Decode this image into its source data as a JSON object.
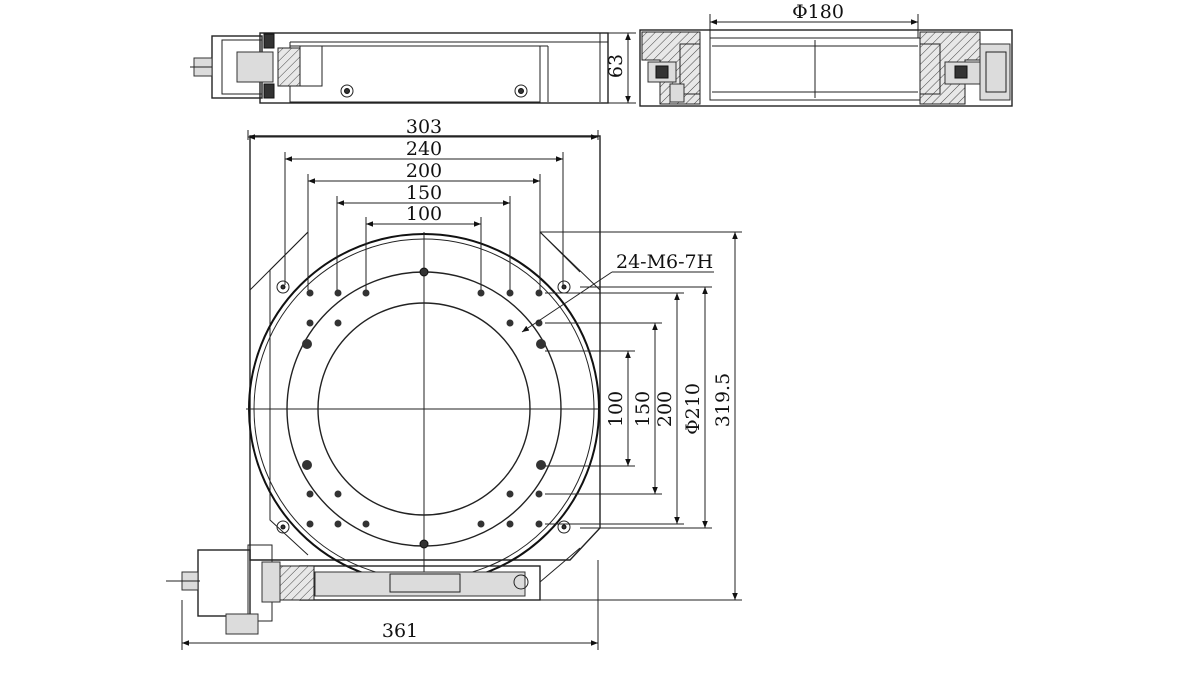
{
  "drawing": {
    "top_view_height": "63",
    "section_diameter": "Φ180",
    "horizontal_dims": [
      "303",
      "240",
      "200",
      "150",
      "100"
    ],
    "vertical_dims": [
      "100",
      "150",
      "200",
      "Φ210",
      "319.5"
    ],
    "hole_callout": "24-M6-7H",
    "overall_length": "361"
  }
}
